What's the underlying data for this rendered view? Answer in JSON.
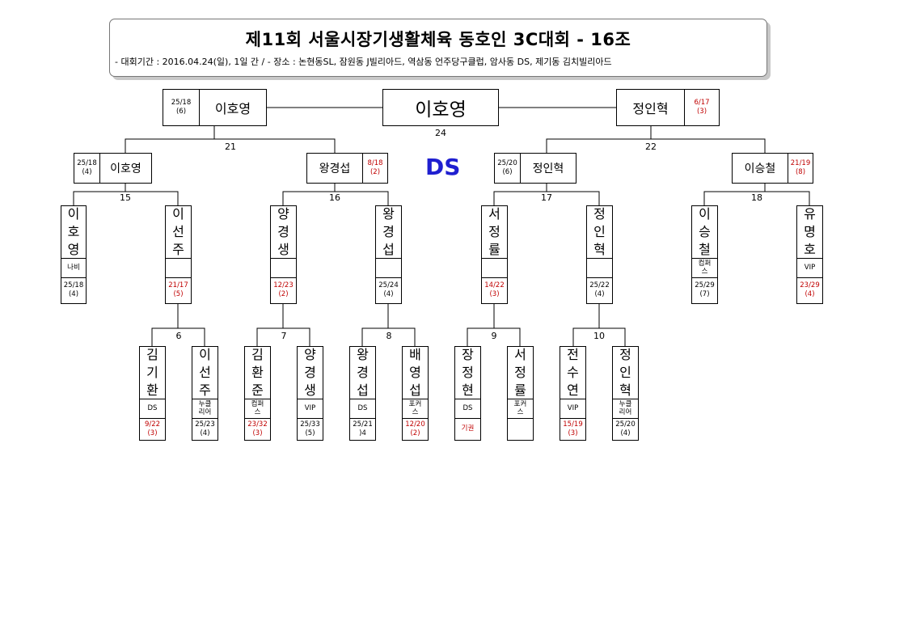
{
  "title": "제11회 서울시장기생활체육 동호인 3C대회 - 16조",
  "subtitle": "- 대회기간 : 2016.04.24(일), 1일 간 / - 장소 : 논현동SL, 잠원동 J빌리아드, 역삼동 언주당구클럽, 암사동 DS, 제기동 김치빌리아드",
  "champion": "이호영",
  "venue_label": "DS",
  "final": {
    "match_no": "24",
    "left": {
      "name": "이호영",
      "score": "25/18",
      "inning": "(6)"
    },
    "right": {
      "name": "정인혁",
      "score": "6/17",
      "inning": "(3)"
    }
  },
  "semis": [
    {
      "match_no": "21",
      "left": {
        "name": "이호영",
        "score": "25/18",
        "inning": "(4)"
      },
      "right": {
        "name": "왕경섭",
        "score": "8/18",
        "inning": "(2)"
      }
    },
    {
      "match_no": "22",
      "left": {
        "name": "정인혁",
        "score": "25/20",
        "inning": "(6)"
      },
      "right": {
        "name": "이승철",
        "score": "21/19",
        "inning": "(8)"
      }
    }
  ],
  "round16_matches": [
    "15",
    "16",
    "17",
    "18"
  ],
  "round32_matches": [
    "6",
    "7",
    "8",
    "9",
    "10"
  ],
  "round16_players": [
    {
      "name": "이호영",
      "club": "나비",
      "score": "25/18",
      "inning": "(4)"
    },
    {
      "name": "이선주",
      "club": "",
      "score": "21/17",
      "inning": "(5)"
    },
    {
      "name": "양경생",
      "club": "",
      "score": "12/23",
      "inning": "(2)"
    },
    {
      "name": "왕경섭",
      "club": "",
      "score": "25/24",
      "inning": "(4)"
    },
    {
      "name": "서정률",
      "club": "",
      "score": "14/22",
      "inning": "(3)"
    },
    {
      "name": "정인혁",
      "club": "",
      "score": "25/22",
      "inning": "(4)"
    },
    {
      "name": "이승철",
      "club": "컴퍼스",
      "score": "25/29",
      "inning": "(7)"
    },
    {
      "name": "유명호",
      "club": "VIP",
      "score": "23/29",
      "inning": "(4)"
    }
  ],
  "round32_players": [
    {
      "name": "김기환",
      "club": "DS",
      "score": "9/22",
      "inning": "(3)"
    },
    {
      "name": "이선주",
      "club": "누클리어",
      "score": "25/23",
      "inning": "(4)"
    },
    {
      "name": "김환준",
      "club": "컴퍼스",
      "score": "23/32",
      "inning": "(3)"
    },
    {
      "name": "양경생",
      "club": "VIP",
      "score": "25/33",
      "inning": "(5)"
    },
    {
      "name": "왕경섭",
      "club": "DS",
      "score": "25/21",
      "inning": ")4"
    },
    {
      "name": "배영섭",
      "club": "포커스",
      "score": "12/20",
      "inning": "(2)"
    },
    {
      "name": "장정현",
      "club": "DS",
      "score": "기권",
      "inning": ""
    },
    {
      "name": "서정률",
      "club": "포커스",
      "score": "",
      "inning": ""
    },
    {
      "name": "전수연",
      "club": "VIP",
      "score": "15/19",
      "inning": "(3)"
    },
    {
      "name": "정인혁",
      "club": "누클리어",
      "score": "25/20",
      "inning": "(4)"
    }
  ],
  "colors": {
    "loss": "#c00000",
    "venue": "#1f1fd0",
    "line": "#000000",
    "frame": "#777777"
  }
}
